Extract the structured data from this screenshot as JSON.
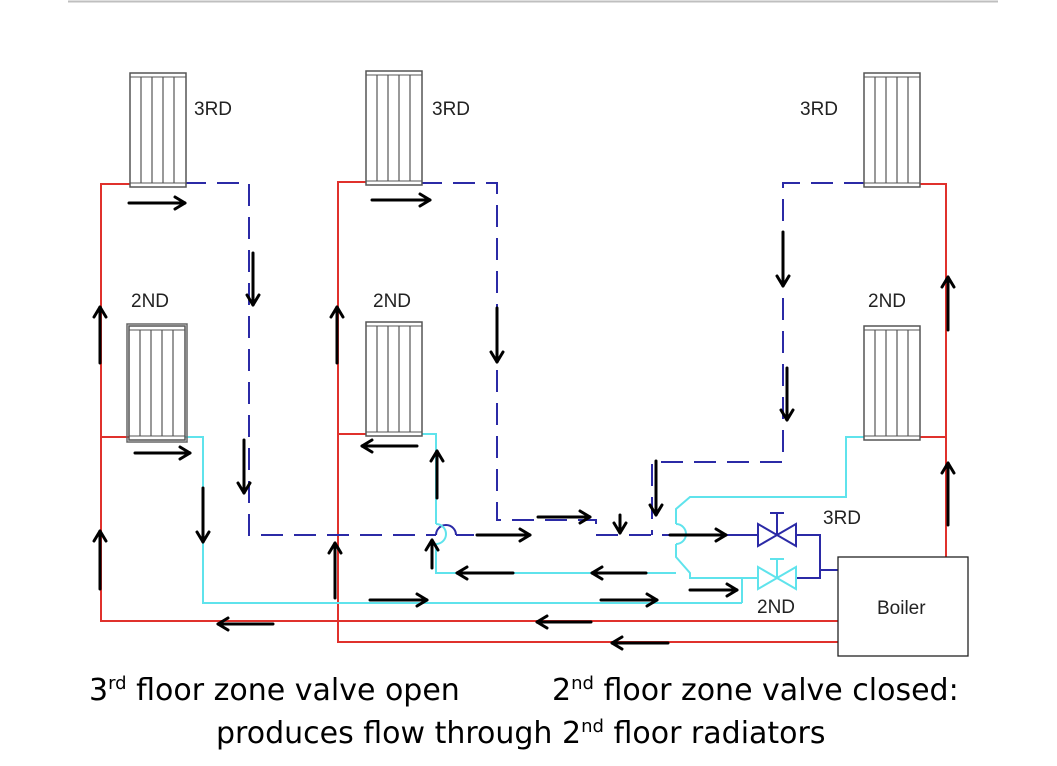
{
  "labels": {
    "rad_3rd": "3RD",
    "rad_2nd": "2ND",
    "valve_3rd": "3RD",
    "valve_2nd": "2ND",
    "boiler": "Boiler"
  },
  "caption": {
    "line1_left_pre": "3",
    "line1_left_sup": "rd",
    "line1_left_post": " floor zone valve open",
    "line1_right_pre": "2",
    "line1_right_sup": "nd",
    "line1_right_post": " floor zone valve closed:",
    "line2_pre": "produces flow through 2",
    "line2_sup": "nd",
    "line2_post": " floor radiators"
  },
  "colors": {
    "supply_red": "#e0312c",
    "third_floor_return_blue": "#2b2aa6",
    "second_floor_return_cyan": "#5fe3ec",
    "arrow": "#000000",
    "radiator": "#555555"
  }
}
